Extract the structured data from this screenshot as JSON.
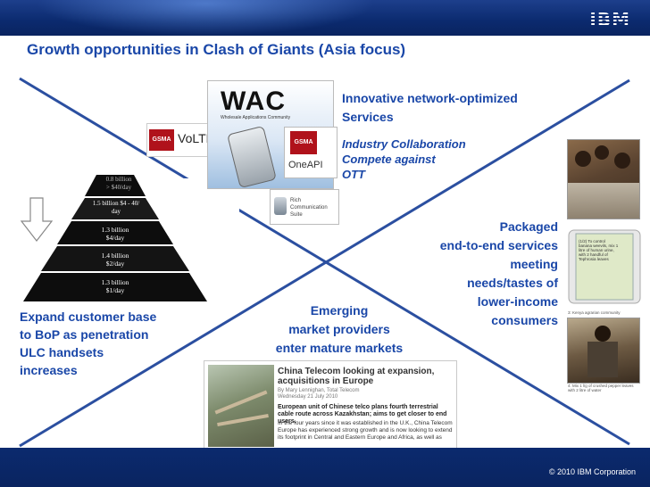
{
  "header": {
    "logo": "IBM"
  },
  "slide": {
    "title": "Growth opportunities in Clash of Giants (Asia focus)"
  },
  "top_right": {
    "heading_line1": "Innovative network-optimized",
    "heading_line2": "Services",
    "sub_line1": "Industry Collaboration",
    "sub_line2": "Compete against",
    "sub_line3": "OTT"
  },
  "logos": {
    "wac": "WAC",
    "wac_sub": "Wholesale Applications Community",
    "gsma1": "GSMA",
    "volte": "VoLTE",
    "gsma2": "GSMA",
    "oneapi": "OneAPI",
    "rcs": "Rich Communication Suite"
  },
  "pyramid": {
    "tiers": [
      {
        "line1": "0.8 billion",
        "line2": "> $40/day"
      },
      {
        "line1": "1.5 billion  $4 - 40/",
        "line2": "day"
      },
      {
        "line1": "1.3 billion",
        "line2": "$4/day"
      },
      {
        "line1": "1.4 billion",
        "line2": "$2/day"
      },
      {
        "line1": "1.3 billion",
        "line2": "$1/day"
      }
    ]
  },
  "left_text": {
    "line1": "Expand customer base",
    "line2": "to BoP as penetration",
    "line3": "ULC handsets",
    "line4": "increases"
  },
  "right_text": {
    "line1": "Packaged",
    "line2": "end-to-end services",
    "line3": "meeting",
    "line4": "needs/tastes of",
    "line5": "lower-income",
    "line6": "consumers"
  },
  "center_text": {
    "line1": "Emerging",
    "line2": "market providers",
    "line3": "enter mature markets"
  },
  "news": {
    "headline": "China Telecom looking at expansion, acquisitions in Europe",
    "meta1": "By Mary Lennighan, Total Telecom",
    "meta2": "Wednesday 21 July 2010",
    "subhead": "European unit of Chinese telco plans fourth terrestrial cable route across Kazakhstan; aims to get closer to end users.",
    "body": "In the four years since it was established in the U.K., China Telecom Europe has experienced strong growth and is now looking to extend its footprint in Central and Eastern Europe and Africa, as well as"
  },
  "phone_sms": {
    "line1": "(1/2) To control",
    "line2": "banana weevils, mix 1",
    "line3": "litre of human urine,",
    "line4": "with 2 handful of",
    "line5": "Tephrosia leaves"
  },
  "captions": {
    "cap1": "3: Kenya agrarian community",
    "cap2": "4: Mix 1 l/g of crushed pepper leaves with 2 litre of water"
  },
  "footer": {
    "copyright": "© 2010 IBM Corporation"
  },
  "colors": {
    "brand_blue": "#0b2a6e",
    "text_blue": "#1a47a8",
    "cross_line": "#2b4fa0"
  }
}
